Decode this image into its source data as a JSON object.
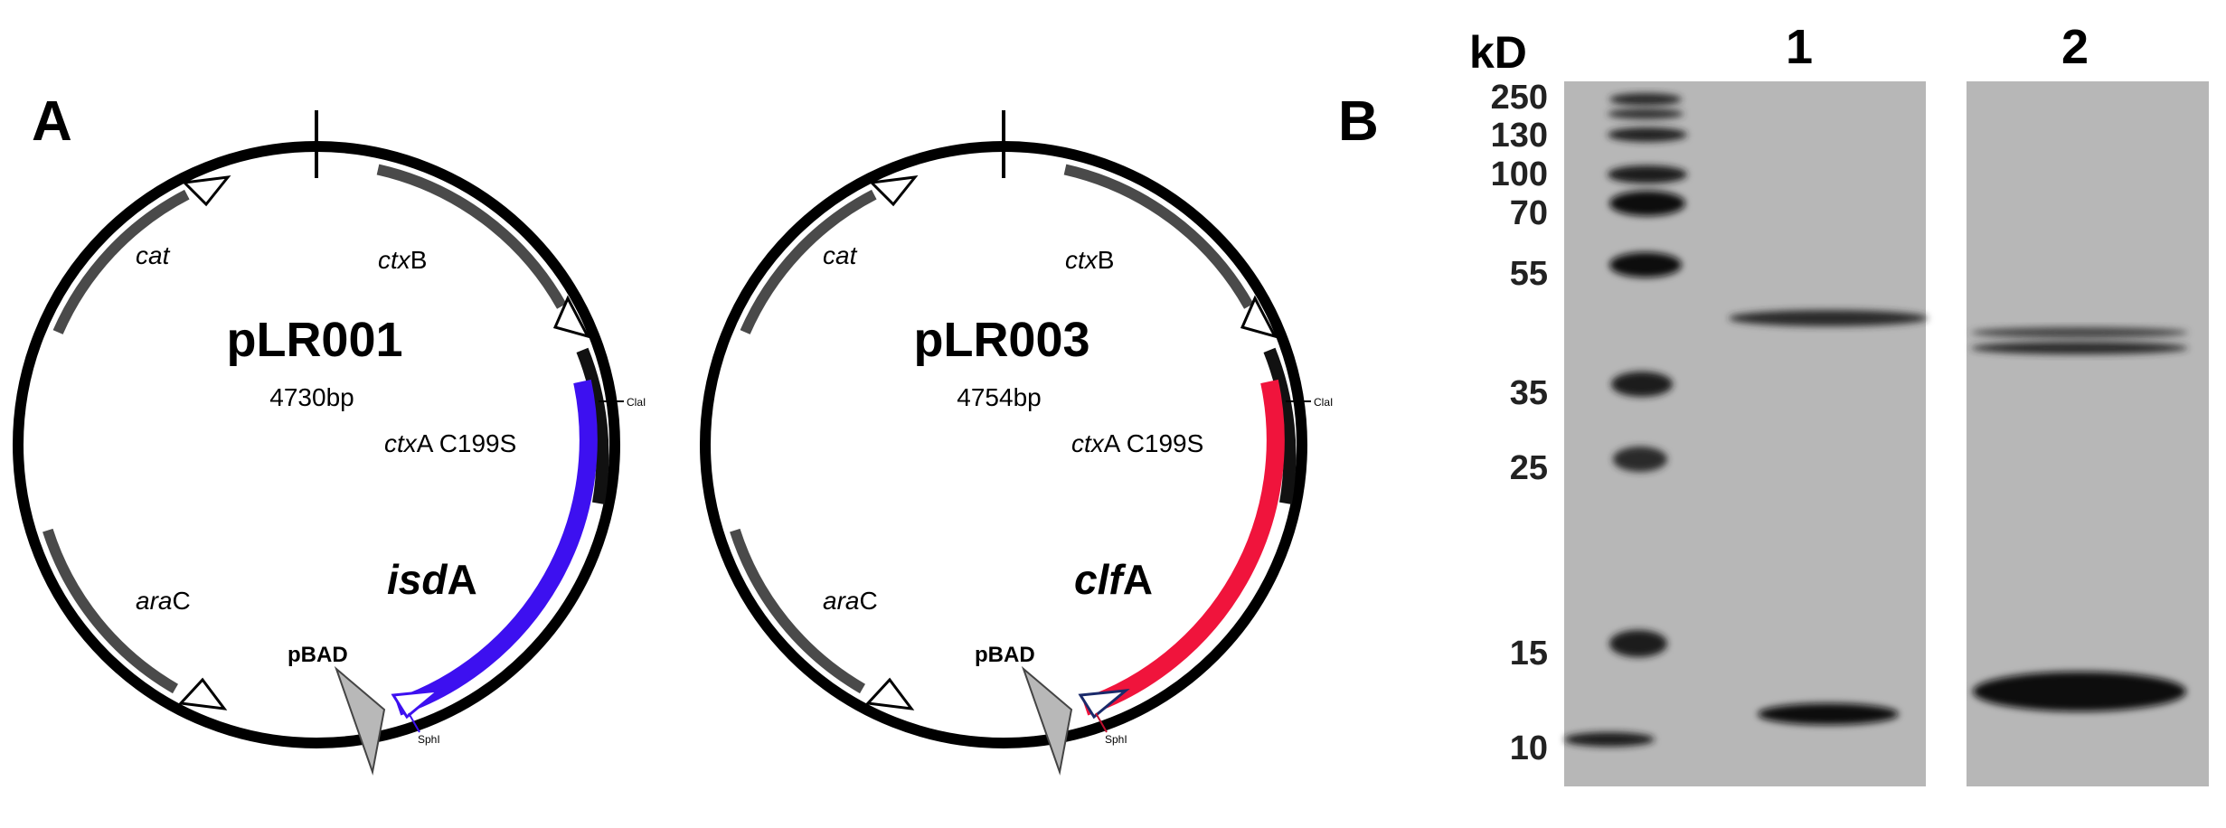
{
  "panel_a": {
    "label": "A",
    "plasmids": [
      {
        "name": "pLR001",
        "size": "4730bp",
        "insert_gene": "isdA",
        "insert_gene_italic": "isd",
        "insert_gene_suffix": "A",
        "insert_color": "#3d10f0"
      },
      {
        "name": "pLR003",
        "size": "4754bp",
        "insert_gene": "clfA",
        "insert_gene_italic": "clf",
        "insert_gene_suffix": "A",
        "insert_color": "#f0143c"
      }
    ],
    "features": {
      "cat": "cat",
      "ctxb_italic": "ctx",
      "ctxb_suffix": "B",
      "ctxa_italic": "ctx",
      "ctxa_suffix": "A C199S",
      "arac_italic": "ara",
      "arac_suffix": "C",
      "promoter": "pBAD",
      "site_cla": "ClaI",
      "site_sph": "SphI"
    }
  },
  "panel_b": {
    "label": "B",
    "unit": "kD",
    "lanes": [
      "1",
      "2"
    ],
    "markers": [
      "250",
      "130",
      "100",
      "70",
      "55",
      "35",
      "25",
      "15",
      "10"
    ]
  },
  "colors": {
    "backbone": "#000000",
    "gene_arc": "#4a4a4a",
    "gel_background": "#b7b7b7",
    "band": "#1a1a1a"
  }
}
